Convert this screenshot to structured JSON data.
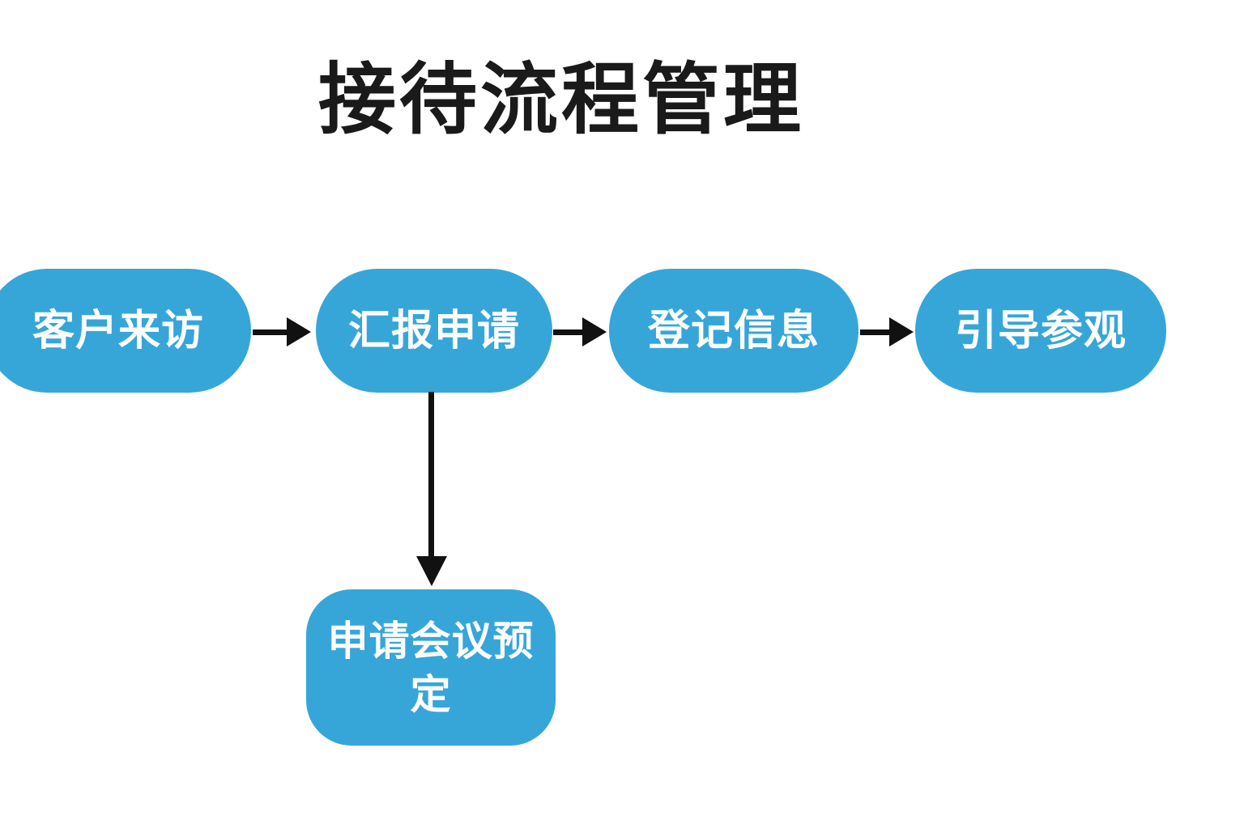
{
  "diagram": {
    "title": "接待流程管理",
    "type": "flowchart",
    "background_color": "#ffffff",
    "node_fill_color": "#36a6d9",
    "node_text_color": "#ffffff",
    "arrow_color": "#111111",
    "title_color": "#1a1a1a",
    "nodes": [
      {
        "id": "n1",
        "label": "客户来访",
        "shape": "rounded-pill",
        "row": "top",
        "order": 1
      },
      {
        "id": "n2",
        "label": "汇报申请",
        "shape": "rounded-pill",
        "row": "top",
        "order": 2
      },
      {
        "id": "n3",
        "label": "登记信息",
        "shape": "rounded-pill",
        "row": "top",
        "order": 3
      },
      {
        "id": "n4",
        "label": "引导参观",
        "shape": "rounded-pill",
        "row": "top",
        "order": 4
      },
      {
        "id": "n5",
        "label": "申请会议预定",
        "shape": "rounded-rect",
        "row": "bottom",
        "order": 5
      }
    ],
    "edges": [
      {
        "from": "n1",
        "to": "n2",
        "direction": "right",
        "style": "solid-arrow"
      },
      {
        "from": "n2",
        "to": "n3",
        "direction": "right",
        "style": "solid-arrow"
      },
      {
        "from": "n3",
        "to": "n4",
        "direction": "right",
        "style": "solid-arrow"
      },
      {
        "from": "n2",
        "to": "n5",
        "direction": "down",
        "style": "solid-arrow"
      }
    ]
  }
}
